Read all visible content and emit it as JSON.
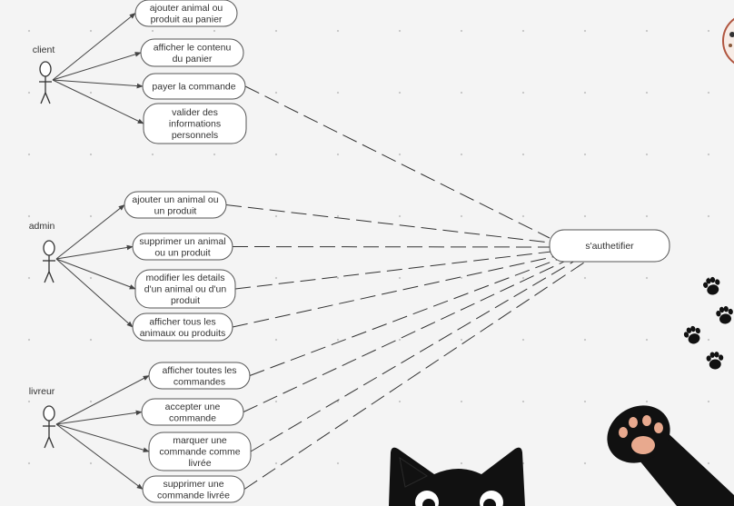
{
  "diagram": {
    "actors": [
      {
        "id": "client",
        "label": "client"
      },
      {
        "id": "admin",
        "label": "admin"
      },
      {
        "id": "livreur",
        "label": "livreur"
      }
    ],
    "use_cases": [
      {
        "id": "uc1",
        "actor": "client",
        "lines": [
          "ajouter animal ou",
          "produit au panier"
        ],
        "includes_auth": false
      },
      {
        "id": "uc2",
        "actor": "client",
        "lines": [
          "afficher le contenu",
          "du panier"
        ],
        "includes_auth": false
      },
      {
        "id": "uc3",
        "actor": "client",
        "lines": [
          "payer la commande"
        ],
        "includes_auth": true
      },
      {
        "id": "uc4",
        "actor": "client",
        "lines": [
          "valider des",
          "informations",
          "personnels"
        ],
        "includes_auth": false
      },
      {
        "id": "uc5",
        "actor": "admin",
        "lines": [
          "ajouter un animal ou",
          "un produit"
        ],
        "includes_auth": true
      },
      {
        "id": "uc6",
        "actor": "admin",
        "lines": [
          "supprimer un animal",
          "ou un produit"
        ],
        "includes_auth": true
      },
      {
        "id": "uc7",
        "actor": "admin",
        "lines": [
          "modifier les details",
          "d'un animal ou d'un",
          "produit"
        ],
        "includes_auth": true
      },
      {
        "id": "uc8",
        "actor": "admin",
        "lines": [
          "afficher tous les",
          "animaux ou produits"
        ],
        "includes_auth": true
      },
      {
        "id": "uc9",
        "actor": "livreur",
        "lines": [
          "afficher toutes les",
          "commandes"
        ],
        "includes_auth": true
      },
      {
        "id": "uc10",
        "actor": "livreur",
        "lines": [
          "accepter une",
          "commande"
        ],
        "includes_auth": true
      },
      {
        "id": "uc11",
        "actor": "livreur",
        "lines": [
          "marquer une",
          "commande comme",
          "livrée"
        ],
        "includes_auth": true
      },
      {
        "id": "uc12",
        "actor": "livreur",
        "lines": [
          "supprimer une",
          "commande livrée"
        ],
        "includes_auth": true
      }
    ],
    "auth_use_case": {
      "id": "auth",
      "label": "s'authetifier"
    }
  },
  "decorations": {
    "colors": {
      "cat": "#111111",
      "paw_pad": "#e8a98e",
      "paw_print": "#111111",
      "badge_border": "#b0553f"
    },
    "icons": [
      "paw-print-icon",
      "cat-head-icon",
      "cat-paw-icon",
      "logo-badge-icon"
    ]
  }
}
